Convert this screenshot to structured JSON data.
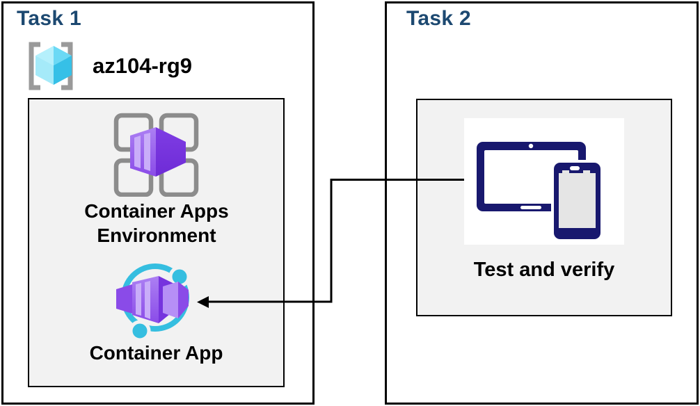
{
  "diagram": {
    "task1": {
      "title": "Task 1",
      "resource_group": "az104-rg9",
      "environment_label": "Container Apps Environment",
      "app_label": "Container App"
    },
    "task2": {
      "title": "Task 2",
      "verify_label": "Test and verify"
    },
    "icons": {
      "resource_group": "resource-group-icon",
      "environment": "container-apps-environment-icon",
      "app": "container-app-icon",
      "devices": "tablet-phone-icon",
      "connector": "arrow-connector"
    },
    "colors": {
      "task_title_blue": "#1D4971",
      "inner_box_gray": "#F2F2F2",
      "border_black": "#000000",
      "purple_dark": "#7B38E0",
      "purple_mid": "#8A4BE8",
      "purple_light": "#A97CF3",
      "purple_stripe": "#C9ADF9",
      "cyan_ring": "#35BEE0",
      "cube_blue_light": "#B5F0FC",
      "cube_blue_dark": "#36C0E7",
      "bracket_gray": "#9A9A9A",
      "grid_gray": "#8C8C8C",
      "device_navy": "#18186E",
      "device_screen_gray": "#E5E5E5"
    }
  }
}
